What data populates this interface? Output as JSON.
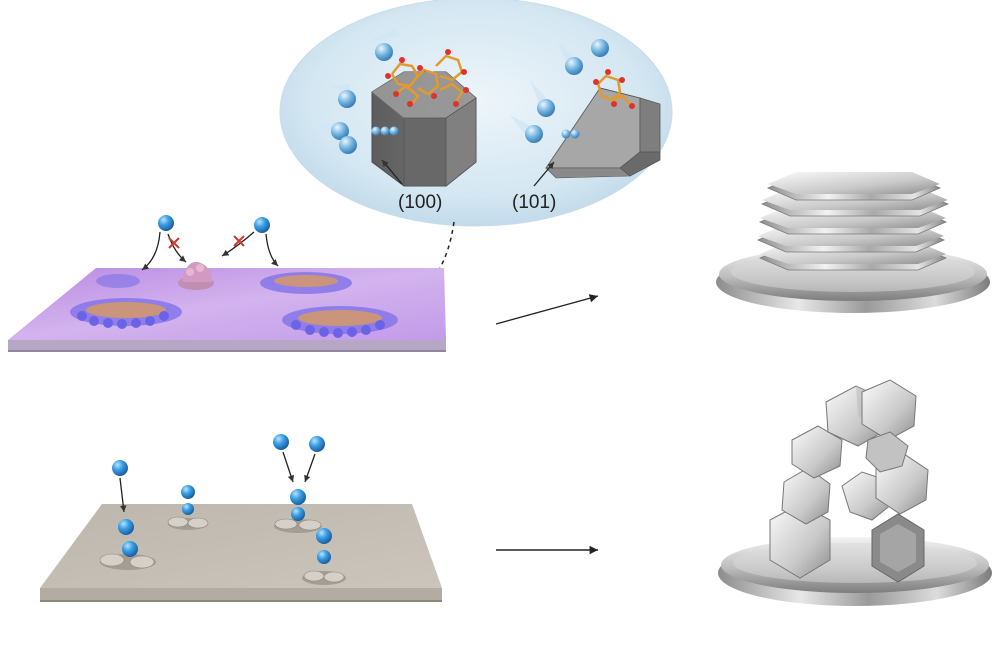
{
  "labels": {
    "facet_100": "(100)",
    "facet_101": "(101)"
  },
  "colors": {
    "ion_blue": "#3ba0e6",
    "bubble_bg": "#d4e7f2",
    "treated_substrate": "#c9a3e6",
    "bare_substrate": "#c7c1b8",
    "crystal_gray": "#6e6e6e",
    "molecule_orange": "#e39a2c",
    "molecule_red": "#e0322c",
    "blocked_mark": "#d03b30",
    "deposit_silver": "#bdbdbd"
  },
  "icons": {
    "ion": "zinc-ion-sphere",
    "blocked": "cross-mark-icon",
    "flow": "arrow-right-icon"
  }
}
